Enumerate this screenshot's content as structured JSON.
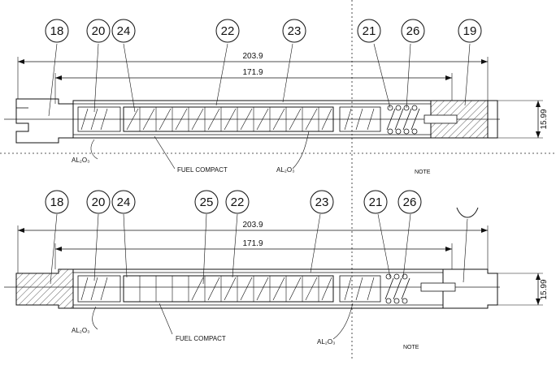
{
  "drawings": [
    {
      "callouts": [
        "18",
        "20",
        "24",
        "22",
        "23",
        "21",
        "26",
        "19"
      ],
      "dimensions": {
        "overall": "203.9",
        "inner": "171.9",
        "height": "15.99"
      },
      "labels": {
        "fuel": "FUEL COMPACT",
        "al_left": "AL₂O₃",
        "al_right": "AL₂O₃",
        "note": "NOTE"
      }
    },
    {
      "callouts": [
        "18",
        "20",
        "24",
        "25",
        "22",
        "23",
        "21",
        "26"
      ],
      "dimensions": {
        "overall": "203.9",
        "inner": "171.9",
        "height": "15.99"
      },
      "labels": {
        "fuel": "FUEL COMPACT",
        "al_left": "AL₂O₃",
        "al_right": "AL₂O₃",
        "note": "NOTE"
      }
    }
  ]
}
